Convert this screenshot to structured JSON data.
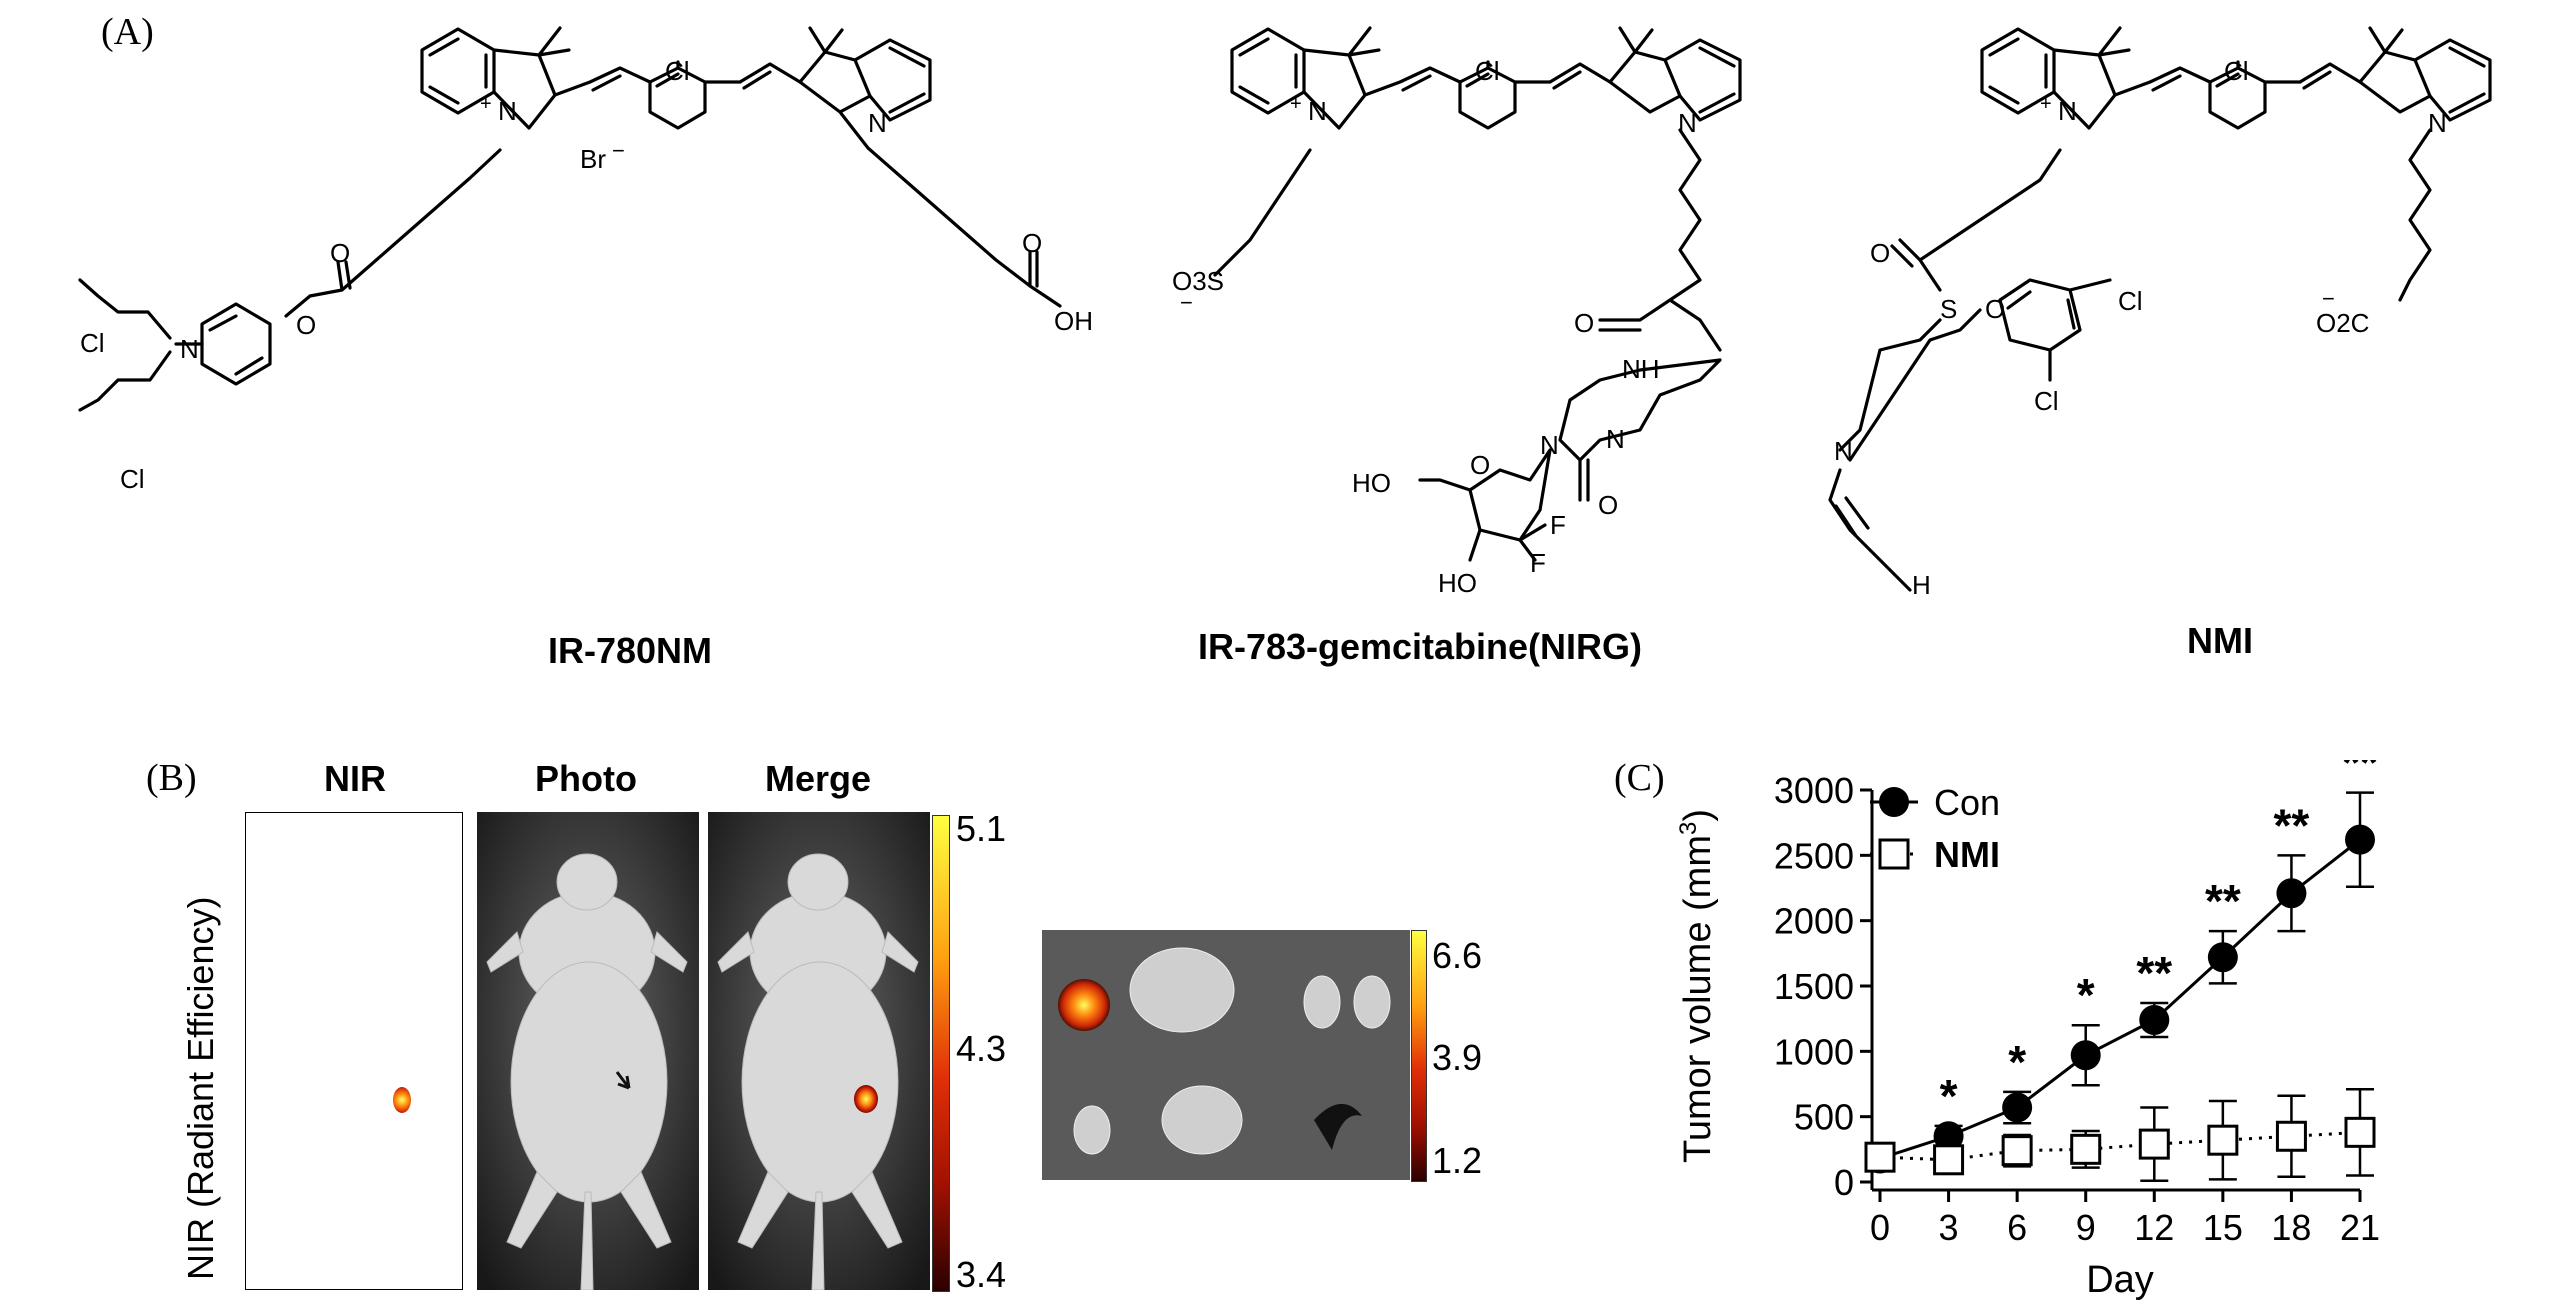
{
  "panels": {
    "a": {
      "letter": "(A)"
    },
    "b": {
      "letter": "(B)"
    },
    "c": {
      "letter": "(C)"
    }
  },
  "structures": [
    {
      "name": "IR-780NM",
      "atoms": {
        "cl_top": "Cl",
        "n_left": "N",
        "plus_left": "+",
        "br": "Br",
        "br_minus": "−",
        "n_right": "N",
        "ester_o1": "O",
        "ester_o2": "O",
        "acid_o": "O",
        "acid_oh": "OH",
        "amine_n": "N",
        "cl_upper": "Cl",
        "cl_lower": "Cl"
      }
    },
    {
      "name": "IR-783-gemcitabine(NIRG)",
      "atoms": {
        "cl_top": "Cl",
        "n_left": "N",
        "plus_left": "+",
        "n_right": "N",
        "sulfonate": "O3S",
        "sulfonate_minus": "−",
        "amide_o": "O",
        "nh": "NH",
        "ring_n1": "N",
        "ring_n3": "N",
        "ring_o": "O",
        "ho_top": "HO",
        "sugar_o": "O",
        "f1": "F",
        "f2": "F",
        "ho_bottom": "HO"
      }
    },
    {
      "name": "NMI",
      "atoms": {
        "cl_top": "Cl",
        "n_left": "N",
        "plus_left": "+",
        "n_right": "N",
        "thioester_o": "O",
        "s": "S",
        "ether_o": "O",
        "cl_para": "Cl",
        "cl_ortho": "Cl",
        "amine_n": "N",
        "h": "H",
        "carboxylate": "O2C",
        "carboxylate_minus": "−"
      }
    }
  ],
  "imaging": {
    "y_label": "NIR (Radiant Efficiency)",
    "columns": [
      "NIR",
      "Photo",
      "Merge"
    ],
    "colorbar_main": {
      "max": "5.1",
      "mid": "4.3",
      "min": "3.4"
    },
    "colorbar_organs": {
      "max": "6.6",
      "mid": "3.9",
      "min": "1.2"
    },
    "colors": {
      "hot_low": "#2a0000",
      "hot_mid": "#c0300a",
      "hot_high": "#ffff40"
    }
  },
  "chart_data": {
    "type": "line",
    "xlabel": "Day",
    "ylabel": "Tumor volume (mm³)",
    "ylabel_main": "Tumor volume (mm",
    "ylabel_sup": "3",
    "ylabel_tail": ")",
    "x": [
      0,
      3,
      6,
      9,
      12,
      15,
      18,
      21
    ],
    "xticks": [
      "0",
      "3",
      "6",
      "9",
      "12",
      "15",
      "18",
      "21"
    ],
    "yticks": [
      "0",
      "500",
      "1000",
      "1500",
      "2000",
      "2500",
      "3000"
    ],
    "ylim": [
      0,
      3000
    ],
    "xlim": [
      0,
      21
    ],
    "legend_position": "top-left",
    "series": [
      {
        "name": "Con",
        "marker": "filled-circle",
        "line": "solid",
        "values": [
          180,
          350,
          570,
          970,
          1240,
          1720,
          2210,
          2620
        ],
        "errors": [
          60,
          80,
          120,
          230,
          130,
          200,
          290,
          360
        ]
      },
      {
        "name": "NMI",
        "marker": "open-square",
        "line": "dotted",
        "values": [
          190,
          170,
          240,
          250,
          290,
          320,
          350,
          380
        ],
        "errors": [
          60,
          90,
          120,
          140,
          280,
          300,
          310,
          330
        ]
      }
    ],
    "significance": [
      "",
      "*",
      "*",
      "*",
      "**",
      "**",
      "**",
      "**"
    ]
  }
}
